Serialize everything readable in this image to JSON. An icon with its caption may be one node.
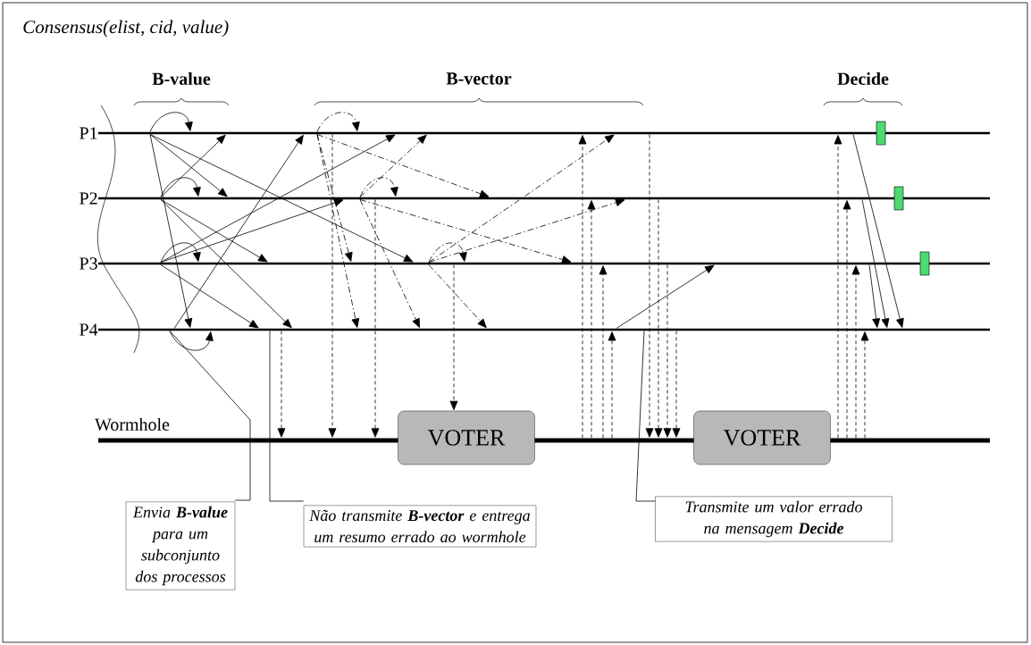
{
  "diagram": {
    "title": "Consensus(elist, cid, value)",
    "nodes": [
      {
        "text": [
          "P1"
        ]
      },
      {
        "text": [
          "P2"
        ]
      },
      {
        "text": [
          "P3"
        ]
      },
      {
        "text": [
          "P4"
        ]
      },
      {
        "text": [
          "Wormhole"
        ]
      },
      {
        "text": [
          "VOTER"
        ]
      },
      {
        "text": [
          "VOTER"
        ]
      },
      {
        "text": [
          "Envia **B-value** para um subconjunto dos processos"
        ]
      },
      {
        "text": [
          "Não transmite **B-vector** e entrega um resumo errado ao wormhole"
        ]
      },
      {
        "text": [
          "Transmite um valor errado na mensagem **Decide**"
        ]
      }
    ],
    "edges": [
      {
        "from": 0,
        "to": 0,
        "arrow": "to"
      },
      {
        "from": 0,
        "to": 1,
        "arrow": "to"
      },
      {
        "from": 0,
        "to": 3,
        "arrow": "to"
      },
      {
        "from": 0,
        "to": 2,
        "arrow": "to"
      },
      {
        "from": 1,
        "to": 1,
        "arrow": "to"
      },
      {
        "from": 1,
        "to": 0,
        "arrow": "to"
      },
      {
        "from": 1,
        "to": 2,
        "arrow": "to"
      },
      {
        "from": 1,
        "to": 3,
        "arrow": "to"
      },
      {
        "from": 2,
        "to": 2,
        "arrow": "to"
      },
      {
        "from": 2,
        "to": 1,
        "arrow": "to"
      },
      {
        "from": 2,
        "to": 0,
        "arrow": "to"
      },
      {
        "from": 2,
        "to": 3,
        "arrow": "to"
      },
      {
        "from": 3,
        "to": 3,
        "arrow": "to"
      },
      {
        "from": 3,
        "to": 0,
        "arrow": "to"
      },
      {
        "from": 0,
        "to": 0,
        "arrow": "to",
        "style": "dashed"
      },
      {
        "from": 0,
        "to": 1,
        "arrow": "to",
        "style": "dashed"
      },
      {
        "from": 0,
        "to": 2,
        "arrow": "to",
        "style": "dashed"
      },
      {
        "from": 0,
        "to": 3,
        "arrow": "to",
        "style": "dashed"
      },
      {
        "from": 1,
        "to": 0,
        "arrow": "to",
        "style": "dashed"
      },
      {
        "from": 1,
        "to": 1,
        "arrow": "to",
        "style": "dashed"
      },
      {
        "from": 1,
        "to": 2,
        "arrow": "to",
        "style": "dashed"
      },
      {
        "from": 1,
        "to": 3,
        "arrow": "to",
        "style": "dashed"
      },
      {
        "from": 2,
        "to": 2,
        "arrow": "to",
        "style": "dashed"
      },
      {
        "from": 2,
        "to": 0,
        "arrow": "to",
        "style": "dashed"
      },
      {
        "from": 2,
        "to": 1,
        "arrow": "to",
        "style": "dashed"
      },
      {
        "from": 2,
        "to": 3,
        "arrow": "to",
        "style": "dashed"
      },
      {
        "from": 3,
        "to": 4,
        "arrow": "to",
        "style": "dashed"
      },
      {
        "from": 0,
        "to": 4,
        "arrow": "to",
        "style": "dashed"
      },
      {
        "from": 1,
        "to": 4,
        "arrow": "to",
        "style": "dashed"
      },
      {
        "from": 2,
        "to": 5,
        "arrow": "to",
        "style": "dashed"
      },
      {
        "from": 4,
        "to": 0,
        "arrow": "to",
        "style": "dashed"
      },
      {
        "from": 4,
        "to": 1,
        "arrow": "to",
        "style": "dashed"
      },
      {
        "from": 4,
        "to": 2,
        "arrow": "to",
        "style": "dashed"
      },
      {
        "from": 4,
        "to": 3,
        "arrow": "to",
        "style": "dashed"
      },
      {
        "from": 3,
        "to": 2,
        "arrow": "to"
      },
      {
        "from": 0,
        "to": 4,
        "arrow": "to",
        "style": "dashed"
      },
      {
        "from": 1,
        "to": 4,
        "arrow": "to",
        "style": "dashed"
      },
      {
        "from": 2,
        "to": 4,
        "arrow": "to",
        "style": "dashed"
      },
      {
        "from": 3,
        "to": 4,
        "arrow": "to",
        "style": "dashed"
      },
      {
        "from": 4,
        "to": 0,
        "arrow": "to",
        "style": "dashed"
      },
      {
        "from": 4,
        "to": 1,
        "arrow": "to",
        "style": "dashed"
      },
      {
        "from": 4,
        "to": 2,
        "arrow": "to",
        "style": "dashed"
      },
      {
        "from": 4,
        "to": 3,
        "arrow": "to",
        "style": "dashed"
      },
      {
        "from": 0,
        "to": 3,
        "arrow": "to"
      },
      {
        "from": 1,
        "to": 3,
        "arrow": "to"
      },
      {
        "from": 2,
        "to": 3,
        "arrow": "to"
      },
      {
        "from": 7,
        "to": 3,
        "arrow": "none"
      },
      {
        "from": 8,
        "to": 3,
        "arrow": "none"
      },
      {
        "from": 9,
        "to": 3,
        "arrow": "none"
      }
    ],
    "labels": [
      "B-value",
      "B-vector",
      "Decide"
    ]
  }
}
